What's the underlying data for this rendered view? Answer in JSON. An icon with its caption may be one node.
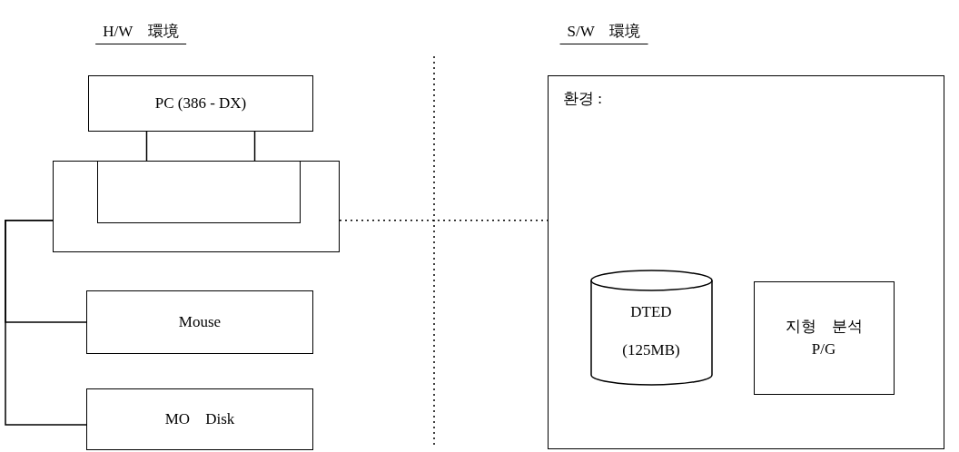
{
  "diagram": {
    "nodes": [
      {
        "text": [
          "PC (386 - DX)"
        ]
      },
      {
        "text": [],
        "shape": "box"
      },
      {
        "text": [],
        "shape": "box",
        "in": 1
      },
      {
        "text": [
          "Mouse"
        ]
      },
      {
        "text": [
          "MO　Disk"
        ]
      },
      {
        "text": [
          "환경 :"
        ]
      },
      {
        "text": [
          "DTED",
          "(125MB)"
        ],
        "in": 5
      },
      {
        "text": [
          "지형　분석",
          "P/G"
        ],
        "in": 5
      }
    ],
    "edges": [
      {
        "from": 0,
        "to": 1,
        "arrow": "none"
      },
      {
        "from": 0,
        "to": 1,
        "arrow": "none"
      },
      {
        "from": 1,
        "to": 3,
        "arrow": "none"
      },
      {
        "from": 1,
        "to": 4,
        "arrow": "none"
      },
      {
        "from": 1,
        "to": 5,
        "arrow": "none",
        "style": "dashed"
      }
    ],
    "labels": [
      "H/W　環境",
      "S/W　環境"
    ]
  }
}
